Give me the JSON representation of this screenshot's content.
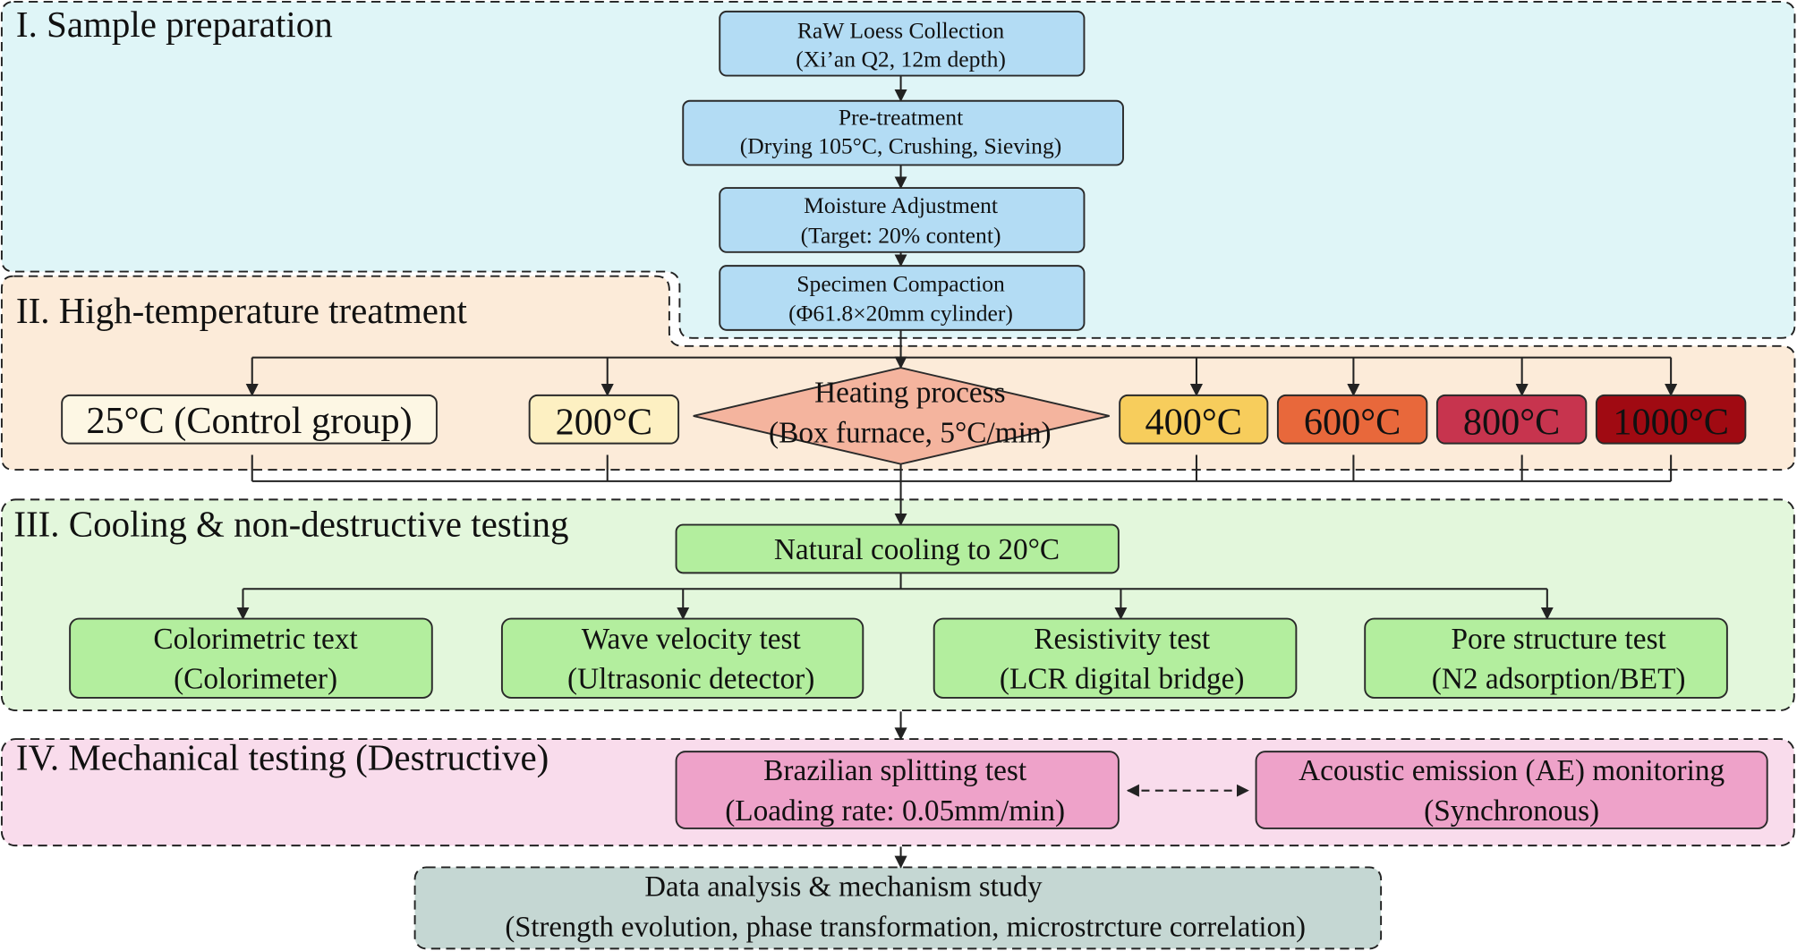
{
  "colors": {
    "section_sample": "#dff5f7",
    "section_heating": "#fcebd9",
    "section_cooling": "#e3f7dc",
    "section_mechanical": "#f9dcec",
    "sample_box": "#b3dcf4",
    "heating_diamond": "#f4b49e",
    "cooling_box": "#b3ee9e",
    "mechanical_box": "#eea2c9",
    "analysis_box": "#c5d7d3"
  },
  "sample_preparation": {
    "title": "I. Sample preparation",
    "steps": [
      {
        "line1": "RaW Loess Collection",
        "line2": "(Xi’an Q2, 12m depth)"
      },
      {
        "line1": "Pre-treatment",
        "line2": "(Drying 105°C, Crushing, Sieving)"
      },
      {
        "line1": "Moisture Adjustment",
        "line2": "(Target: 20% content)"
      },
      {
        "line1": "Specimen Compaction",
        "line2": "(Φ61.8×20mm cylinder)"
      }
    ]
  },
  "high_temperature": {
    "title": "II. High-temperature treatment",
    "heating": {
      "line1": "Heating process",
      "line2": "(Box furnace, 5°C/min)"
    },
    "groups": [
      {
        "label": "25°C (Control group)",
        "color": "#fdf7e4"
      },
      {
        "label": "200°C",
        "color": "#fdf0c2"
      },
      {
        "label": "400°C",
        "color": "#f7cd5c"
      },
      {
        "label": "600°C",
        "color": "#e8683b"
      },
      {
        "label": "800°C",
        "color": "#c7344e"
      },
      {
        "label": "1000°C",
        "color": "#a00a12"
      }
    ]
  },
  "cooling": {
    "title": "III. Cooling & non-destructive testing",
    "natural_cooling": "Natural cooling to 20°C",
    "tests": [
      {
        "line1": "Colorimetric text",
        "line2": "(Colorimeter)"
      },
      {
        "line1": "Wave velocity test",
        "line2": "(Ultrasonic detector)"
      },
      {
        "line1": "Resistivity test",
        "line2": "(LCR digital bridge)"
      },
      {
        "line1": "Pore structure test",
        "line2": "(N2 adsorption/BET)"
      }
    ]
  },
  "mechanical": {
    "title": "IV. Mechanical testing (Destructive)",
    "brazilian": {
      "line1": "Brazilian splitting test",
      "line2": "(Loading rate: 0.05mm/min)"
    },
    "acoustic": {
      "line1": "Acoustic emission (AE) monitoring",
      "line2": "(Synchronous)"
    }
  },
  "analysis": {
    "line1": "Data analysis & mechanism study",
    "line2": "(Strength evolution, phase transformation, microstrcture correlation)"
  }
}
